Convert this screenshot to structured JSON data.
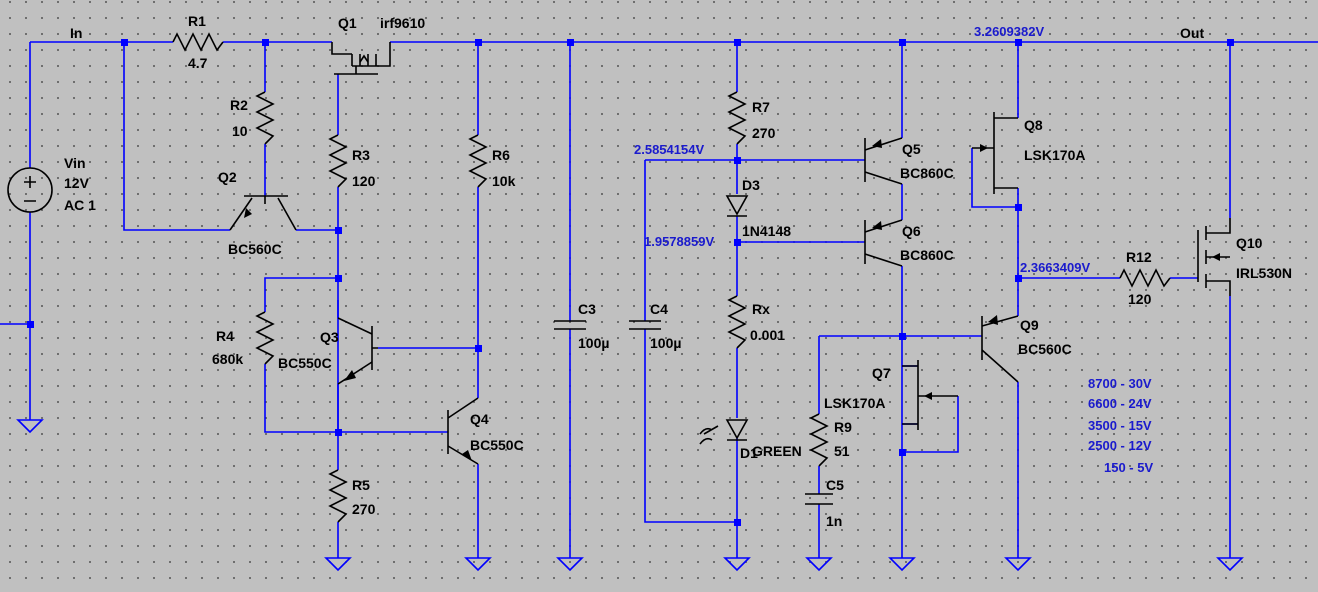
{
  "net_labels": {
    "in": "In",
    "out": "Out"
  },
  "source": {
    "ref": "Vin",
    "value": "12V",
    "ac": "AC 1"
  },
  "components": {
    "R1": {
      "ref": "R1",
      "value": "4.7"
    },
    "R2": {
      "ref": "R2",
      "value": "10"
    },
    "R3": {
      "ref": "R3",
      "value": "120"
    },
    "R4": {
      "ref": "R4",
      "value": "680k"
    },
    "R5": {
      "ref": "R5",
      "value": "270"
    },
    "R6": {
      "ref": "R6",
      "value": "10k"
    },
    "R7": {
      "ref": "R7",
      "value": "270"
    },
    "Rx": {
      "ref": "Rx",
      "value": "0.001"
    },
    "R9": {
      "ref": "R9",
      "value": "51"
    },
    "R12": {
      "ref": "R12",
      "value": "120"
    },
    "C3": {
      "ref": "C3",
      "value": "100µ"
    },
    "C4": {
      "ref": "C4",
      "value": "100µ"
    },
    "C5": {
      "ref": "C5",
      "value": "1n"
    },
    "Q1": {
      "ref": "Q1",
      "value": "irf9610"
    },
    "Q2": {
      "ref": "Q2",
      "value": "BC560C"
    },
    "Q3": {
      "ref": "Q3",
      "value": "BC550C"
    },
    "Q4": {
      "ref": "Q4",
      "value": "BC550C"
    },
    "Q5": {
      "ref": "Q5",
      "value": "BC860C"
    },
    "Q6": {
      "ref": "Q6",
      "value": "BC860C"
    },
    "Q7": {
      "ref": "Q7",
      "value": "LSK170A"
    },
    "Q8": {
      "ref": "Q8",
      "value": "LSK170A"
    },
    "Q9": {
      "ref": "Q9",
      "value": "BC560C"
    },
    "Q10": {
      "ref": "Q10",
      "value": "IRL530N"
    },
    "D1": {
      "ref": "D1",
      "value": "GREEN"
    },
    "D3": {
      "ref": "D3",
      "value": "1N4148"
    }
  },
  "node_voltages": {
    "output": "3.2609382V",
    "r7_node": "2.5854154V",
    "d3_node": "1.9578859V",
    "q9_collector": "2.3663409V"
  },
  "notes": [
    "8700 - 30V",
    "6600 - 24V",
    "3500 - 15V",
    "2500 - 12V",
    "150 - 5V"
  ],
  "colors": {
    "wire": "#0000ff",
    "component": "#000000",
    "background": "#c0c0c0",
    "voltage_text": "#1a1acd"
  }
}
